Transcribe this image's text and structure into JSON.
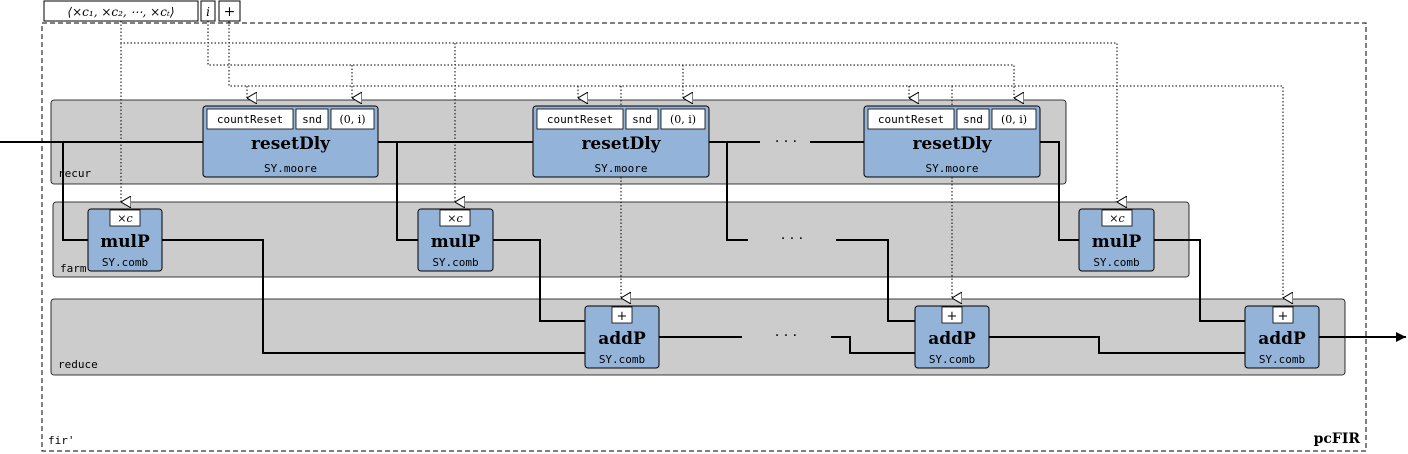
{
  "top_inputs": {
    "coeffs": "⟨×c₁, ×c₂, ⋯, ×cₜ⟩",
    "reset_value": "i",
    "plus": "+"
  },
  "outer": {
    "left_label": "fir'",
    "right_label": "pcFIR"
  },
  "layers": {
    "recur": "recur",
    "farm": "farm",
    "reduce": "reduce"
  },
  "reset_blocks": {
    "title": "resetDly",
    "subtitle": "SY.moore",
    "ports": [
      "countReset",
      "snd",
      "(0, i)"
    ]
  },
  "mul_blocks": {
    "title": "mulP",
    "subtitle": "SY.comb",
    "port": "×c"
  },
  "add_blocks": {
    "title": "addP",
    "subtitle": "SY.comb",
    "port": "+"
  },
  "ellipsis": "· · ·"
}
